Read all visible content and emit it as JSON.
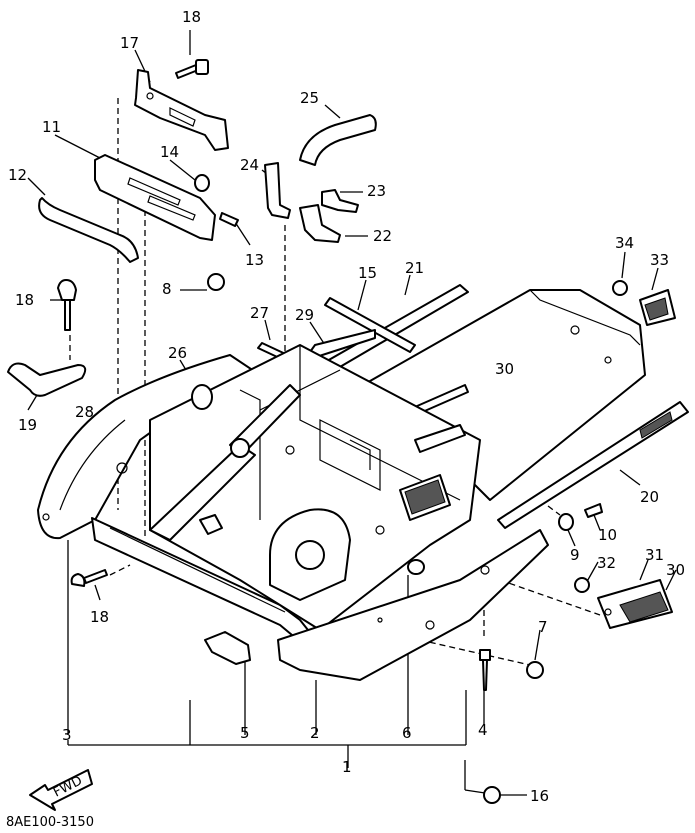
{
  "diagram": {
    "callouts": [
      {
        "id": "c18a",
        "text": "18"
      },
      {
        "id": "c17",
        "text": "17"
      },
      {
        "id": "c11",
        "text": "11"
      },
      {
        "id": "c14",
        "text": "14"
      },
      {
        "id": "c12",
        "text": "12"
      },
      {
        "id": "c13",
        "text": "13"
      },
      {
        "id": "c24",
        "text": "24"
      },
      {
        "id": "c25",
        "text": "25"
      },
      {
        "id": "c23",
        "text": "23"
      },
      {
        "id": "c22",
        "text": "22"
      },
      {
        "id": "c8",
        "text": "8"
      },
      {
        "id": "c18b",
        "text": "18"
      },
      {
        "id": "c15",
        "text": "15"
      },
      {
        "id": "c21",
        "text": "21"
      },
      {
        "id": "c34",
        "text": "34"
      },
      {
        "id": "c33",
        "text": "33"
      },
      {
        "id": "c27",
        "text": "27"
      },
      {
        "id": "c29",
        "text": "29"
      },
      {
        "id": "c19",
        "text": "19"
      },
      {
        "id": "c26",
        "text": "26"
      },
      {
        "id": "c30a",
        "text": "30"
      },
      {
        "id": "c28",
        "text": "28"
      },
      {
        "id": "c20",
        "text": "20"
      },
      {
        "id": "c10",
        "text": "10"
      },
      {
        "id": "c9",
        "text": "9"
      },
      {
        "id": "c32",
        "text": "32"
      },
      {
        "id": "c31",
        "text": "31"
      },
      {
        "id": "c30b",
        "text": "30"
      },
      {
        "id": "c18c",
        "text": "18"
      },
      {
        "id": "c7",
        "text": "7"
      },
      {
        "id": "c3",
        "text": "3"
      },
      {
        "id": "c5",
        "text": "5"
      },
      {
        "id": "c2",
        "text": "2"
      },
      {
        "id": "c6",
        "text": "6"
      },
      {
        "id": "c4",
        "text": "4"
      },
      {
        "id": "c1",
        "text": "1"
      },
      {
        "id": "c16",
        "text": "16"
      }
    ],
    "front_badge": "FWD",
    "drawing_code": "8AE100-3150"
  }
}
